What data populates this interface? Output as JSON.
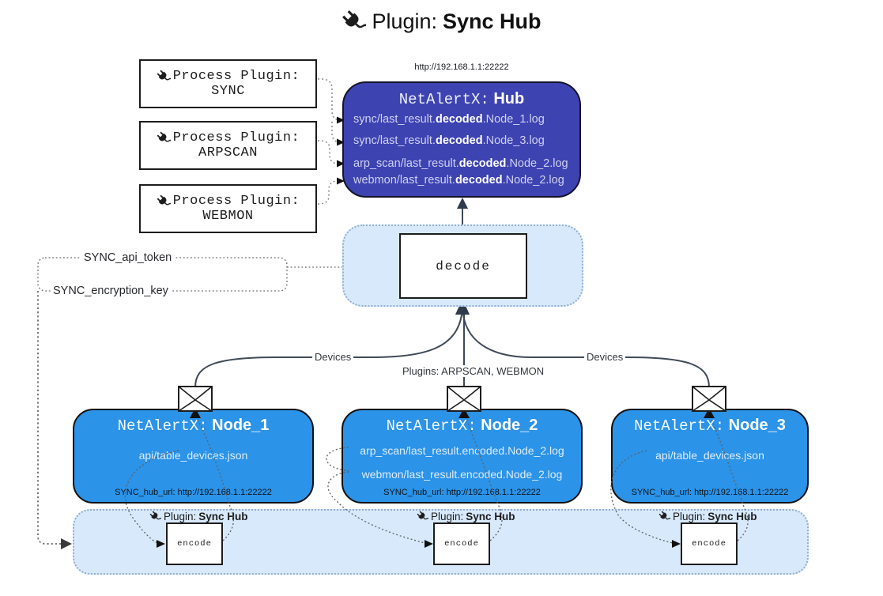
{
  "title": {
    "prefix": "Plugin:",
    "name": "Sync Hub"
  },
  "hub": {
    "url": "http://192.168.1.1:22222",
    "title_prefix": "NetAlertX:",
    "title_name": "Hub",
    "logs": [
      {
        "pre": "sync/last_result.",
        "bold": "decoded",
        "post": ".Node_1.log"
      },
      {
        "pre": "sync/last_result.",
        "bold": "decoded",
        "post": ".Node_3.log"
      },
      {
        "pre": "arp_scan/last_result.",
        "bold": "decoded",
        "post": ".Node_2.log"
      },
      {
        "pre": "webmon/last_result.",
        "bold": "decoded",
        "post": ".Node_2.log"
      }
    ]
  },
  "process_plugins": [
    {
      "label": "Process Plugin:",
      "name": "SYNC"
    },
    {
      "label": "Process Plugin:",
      "name": "ARPSCAN"
    },
    {
      "label": "Process Plugin:",
      "name": "WEBMON"
    }
  ],
  "decode_label": "decode",
  "settings": {
    "api_token": "SYNC_api_token",
    "encryption_key": "SYNC_encryption_key"
  },
  "edge_labels": {
    "devices_left": "Devices",
    "devices_right": "Devices",
    "plugins_middle": "Plugins: ARPSCAN, WEBMON"
  },
  "nodes": [
    {
      "title_prefix": "NetAlertX:",
      "title_name": "Node_1",
      "files": [
        "api/table_devices.json"
      ],
      "hub_url": "SYNC_hub_url: http://192.168.1.1:22222"
    },
    {
      "title_prefix": "NetAlertX:",
      "title_name": "Node_2",
      "files": [
        "arp_scan/last_result.encoded.Node_2.log",
        "webmon/last_result.encoded.Node_2.log"
      ],
      "hub_url": "SYNC_hub_url: http://192.168.1.1:22222"
    },
    {
      "title_prefix": "NetAlertX:",
      "title_name": "Node_3",
      "files": [
        "api/table_devices.json"
      ],
      "hub_url": "SYNC_hub_url: http://192.168.1.1:22222"
    }
  ],
  "encode_band": {
    "plugin_prefix": "Plugin:",
    "plugin_name": "Sync Hub",
    "encode_label": "encode"
  },
  "icons": {
    "plug": "plug-icon",
    "envelope": "envelope-icon"
  },
  "colors": {
    "hub_fill": "#3e43b2",
    "node_fill": "#2b93e8",
    "panel_fill": "#d8e9fb",
    "line_dark": "#3f4a56",
    "ink": "#1d1d1d"
  }
}
